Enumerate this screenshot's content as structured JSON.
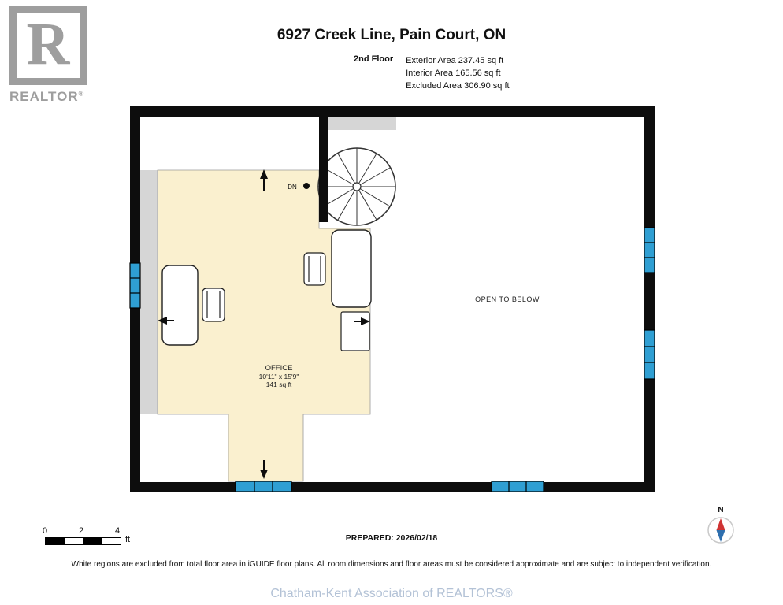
{
  "header": {
    "title": "6927 Creek Line, Pain Court, ON"
  },
  "logo": {
    "letter": "R",
    "brand": "REALTOR",
    "registered": "®"
  },
  "floor_info": {
    "floor_label": "2nd Floor",
    "areas": [
      "Exterior Area 237.45 sq ft",
      "Interior Area 165.56 sq ft",
      "Excluded Area 306.90 sq ft"
    ]
  },
  "plan": {
    "room": {
      "name": "OFFICE",
      "dimensions": "10'11\" x 15'9\"",
      "area": "141 sq ft"
    },
    "open_to_below": "OPEN TO BELOW",
    "stairs_label": "DN"
  },
  "scale_bar": {
    "ticks": [
      "0",
      "2",
      "4"
    ],
    "unit": "ft"
  },
  "prepared_label": "PREPARED: 2026/02/18",
  "compass": {
    "north_label": "N"
  },
  "disclaimer": "White regions are excluded from total floor area in iGUIDE floor plans. All room dimensions and floor areas must be considered approximate and are subject to independent verification.",
  "footer": "Chatham-Kent Association of REALTORS®",
  "colors": {
    "wall": "#0d0d0d",
    "office_fill": "#faf0cf",
    "window_blue": "#2f9fd3",
    "low_wall_gray": "#d6d6d6",
    "logo_gray": "#9e9e9e",
    "footer_text": "#b3c2d6"
  }
}
